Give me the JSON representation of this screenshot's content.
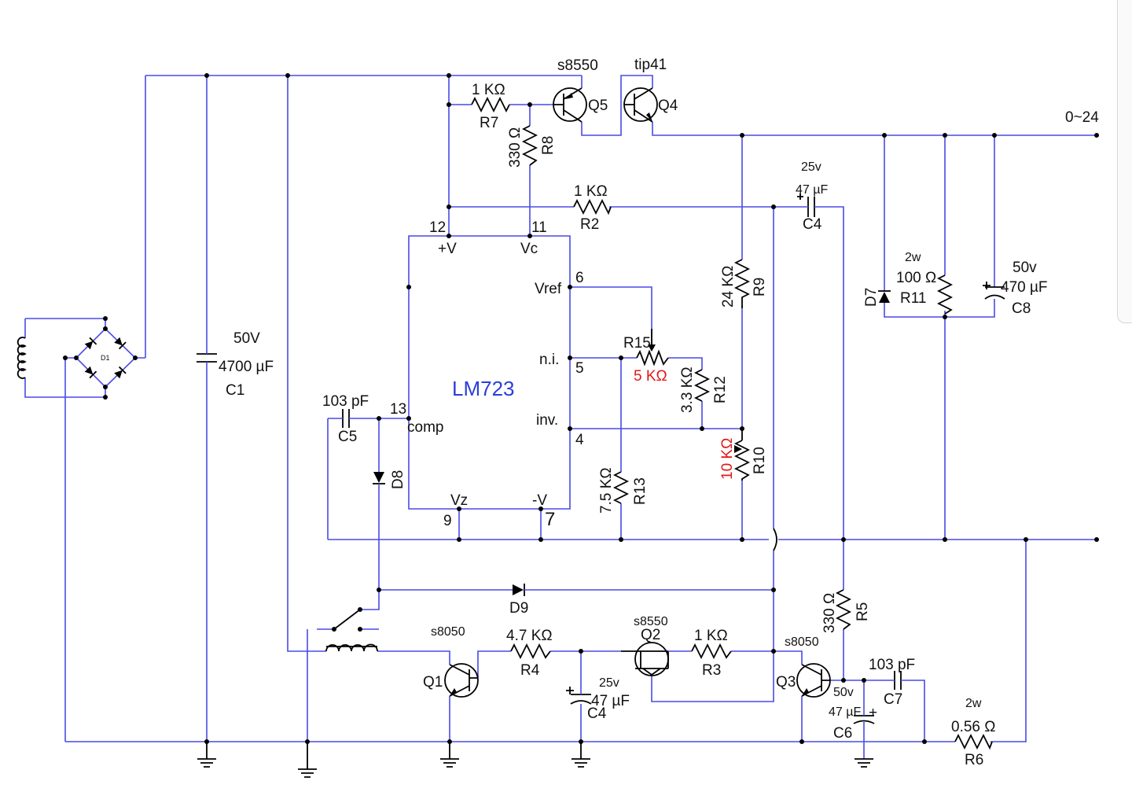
{
  "chip": {
    "name": "LM723",
    "pins": {
      "p12": "12",
      "p11": "11",
      "pV": "+V",
      "pVc": "Vc",
      "p6": "6",
      "pVref": "Vref",
      "p5": "5",
      "pni": "n.i.",
      "p4": "4",
      "pinv": "inv.",
      "p13": "13",
      "pcomp": "comp",
      "p9": "9",
      "pVz": "Vz",
      "p7": "7",
      "pmV": "-V"
    }
  },
  "output": {
    "label": "0~24"
  },
  "bridge": {
    "label": "D1"
  },
  "c1": {
    "volt": "50V",
    "val": "4700 µF",
    "ref": "C1"
  },
  "q5": {
    "type": "s8550",
    "ref": "Q5"
  },
  "q4": {
    "type": "tip41",
    "ref": "Q4"
  },
  "r7": {
    "val": "1 KΩ",
    "ref": "R7"
  },
  "r8": {
    "val": "330 Ω",
    "ref": "R8"
  },
  "r2": {
    "val": "1 KΩ",
    "ref": "R2"
  },
  "c4top": {
    "volt": "25v",
    "val": "47 µF",
    "ref": "C4"
  },
  "r9": {
    "val": "24 KΩ",
    "ref": "R9"
  },
  "d7": {
    "ref": "D7"
  },
  "r11": {
    "power": "2w",
    "val": "100 Ω",
    "ref": "R11"
  },
  "c8": {
    "volt": "50v",
    "val": "470 µF",
    "ref": "C8"
  },
  "r15": {
    "ref": "R15",
    "val": "5 KΩ"
  },
  "r12": {
    "val": "3.3 KΩ",
    "ref": "R12"
  },
  "r10": {
    "val": "10 KΩ",
    "ref": "R10"
  },
  "r13": {
    "val": "7.5 KΩ",
    "ref": "R13"
  },
  "c5": {
    "val": "103 pF",
    "ref": "C5"
  },
  "d8": {
    "ref": "D8"
  },
  "d9": {
    "ref": "D9"
  },
  "q1": {
    "type": "s8050",
    "ref": "Q1"
  },
  "r4": {
    "val": "4.7 KΩ",
    "ref": "R4"
  },
  "c4bot": {
    "volt": "25v",
    "val": "47 µF",
    "ref": "C4"
  },
  "q2": {
    "type": "s8550",
    "ref": "Q2"
  },
  "r3": {
    "val": "1 KΩ",
    "ref": "R3"
  },
  "q3": {
    "type": "s8050",
    "ref": "Q3"
  },
  "r5": {
    "val": "330 Ω",
    "ref": "R5"
  },
  "c7": {
    "val": "103 pF",
    "ref": "C7"
  },
  "c6": {
    "volt": "50v",
    "val": "47 µF",
    "ref": "C6"
  },
  "r6": {
    "power": "2w",
    "val": "0.56 Ω",
    "ref": "R6"
  }
}
